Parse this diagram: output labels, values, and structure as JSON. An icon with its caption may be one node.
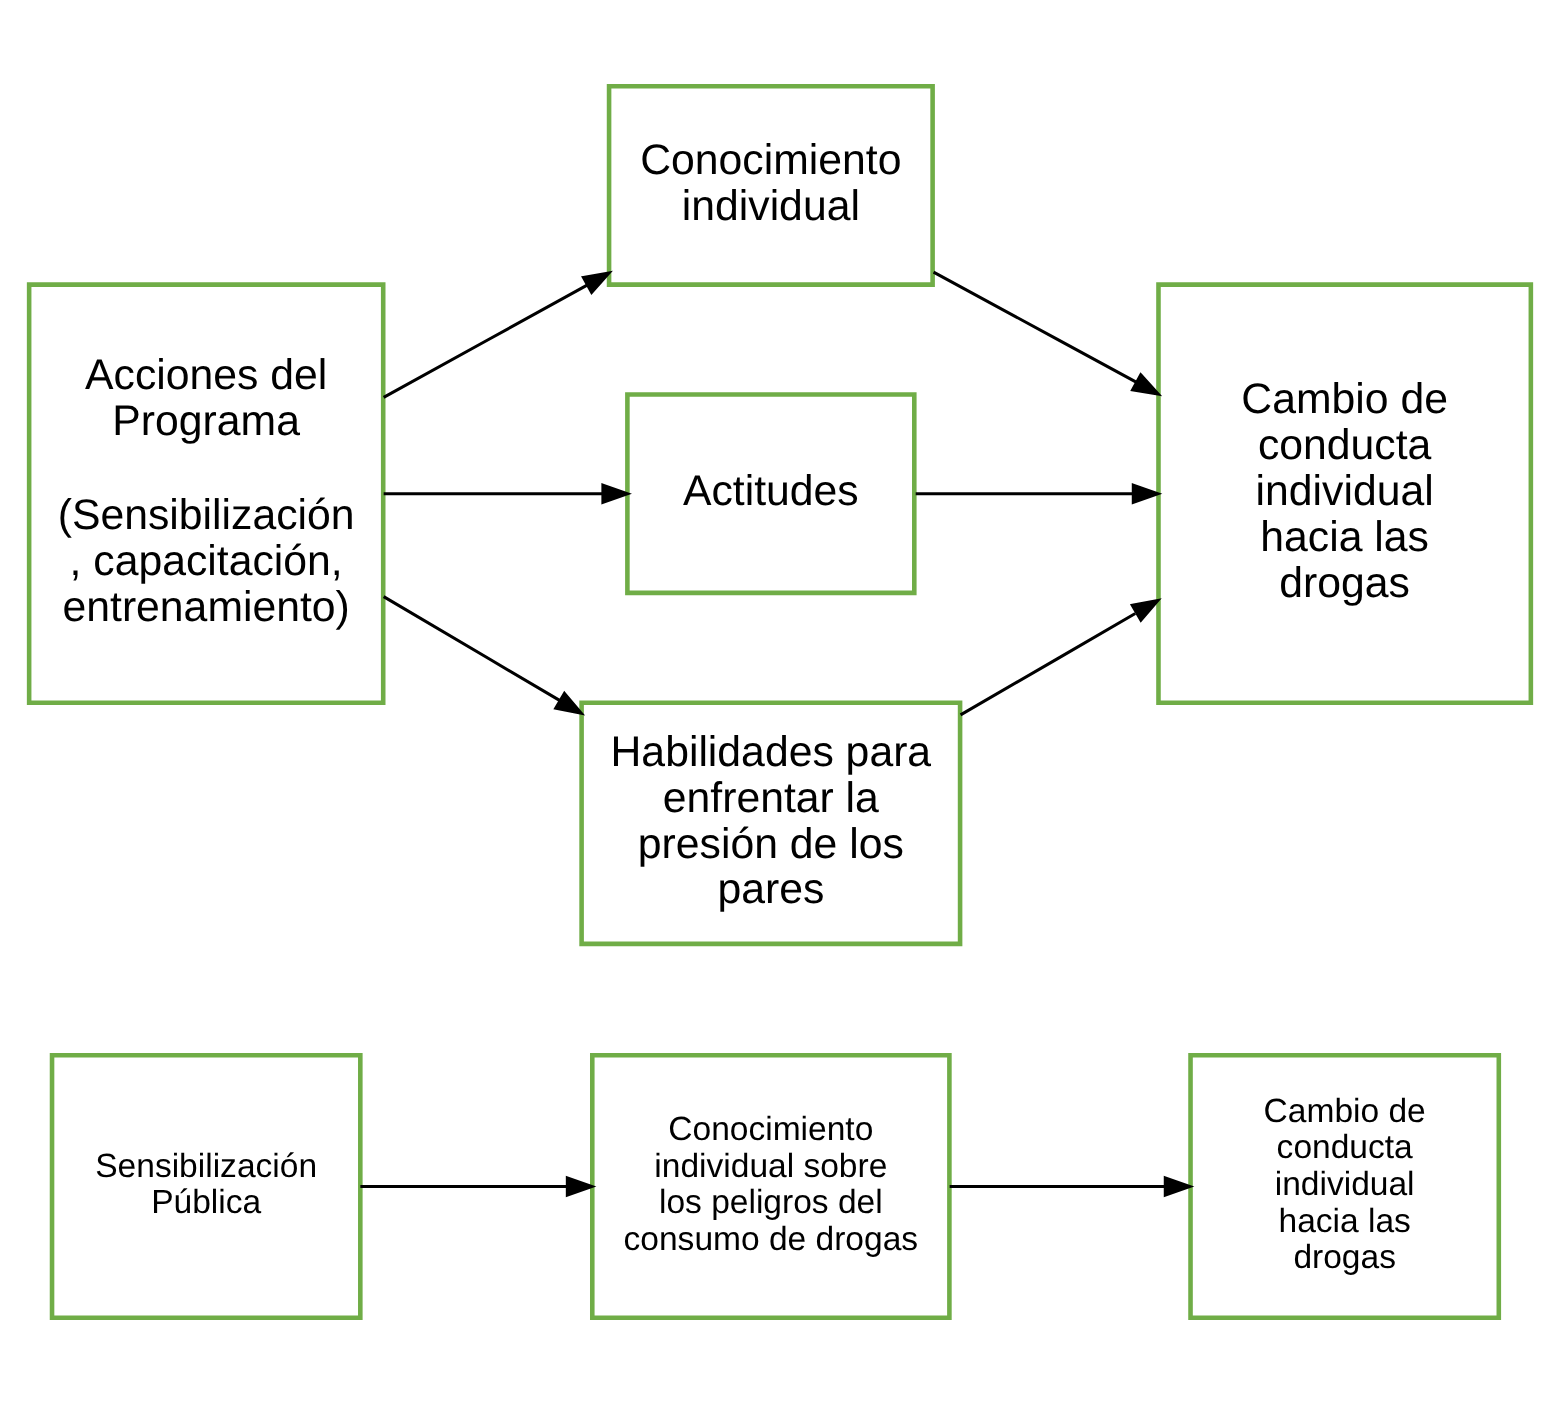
{
  "diagram": {
    "nodes": [
      {
        "text": [
          "Sensibilización Pública"
        ]
      },
      {
        "text": [
          "Conocimiento individual sobre los peligros del consumo de drogas"
        ]
      },
      {
        "text": [
          "Cambio de conducta individual hacia las drogas"
        ]
      },
      {
        "text": [
          "Conocimiento individual"
        ]
      },
      {
        "text": [
          "Acciones del Programa",
          "(Sensibilización, capacitación, entrenamiento)"
        ]
      },
      {
        "text": [
          "Actitudes"
        ]
      },
      {
        "text": [
          "Habilidades para enfrentar la presión de los pares"
        ]
      },
      {
        "text": [
          "Cambio de conducta individual hacia las drogas"
        ]
      }
    ],
    "edges": [
      {
        "from": 0,
        "to": 1,
        "arrow": "to"
      },
      {
        "from": 1,
        "to": 2,
        "arrow": "to"
      },
      {
        "from": 4,
        "to": 3,
        "arrow": "to"
      },
      {
        "from": 4,
        "to": 5,
        "arrow": "to"
      },
      {
        "from": 4,
        "to": 6,
        "arrow": "to"
      },
      {
        "from": 3,
        "to": 7,
        "arrow": "to"
      },
      {
        "from": 5,
        "to": 7,
        "arrow": "to"
      },
      {
        "from": 6,
        "to": 7,
        "arrow": "to"
      }
    ]
  }
}
